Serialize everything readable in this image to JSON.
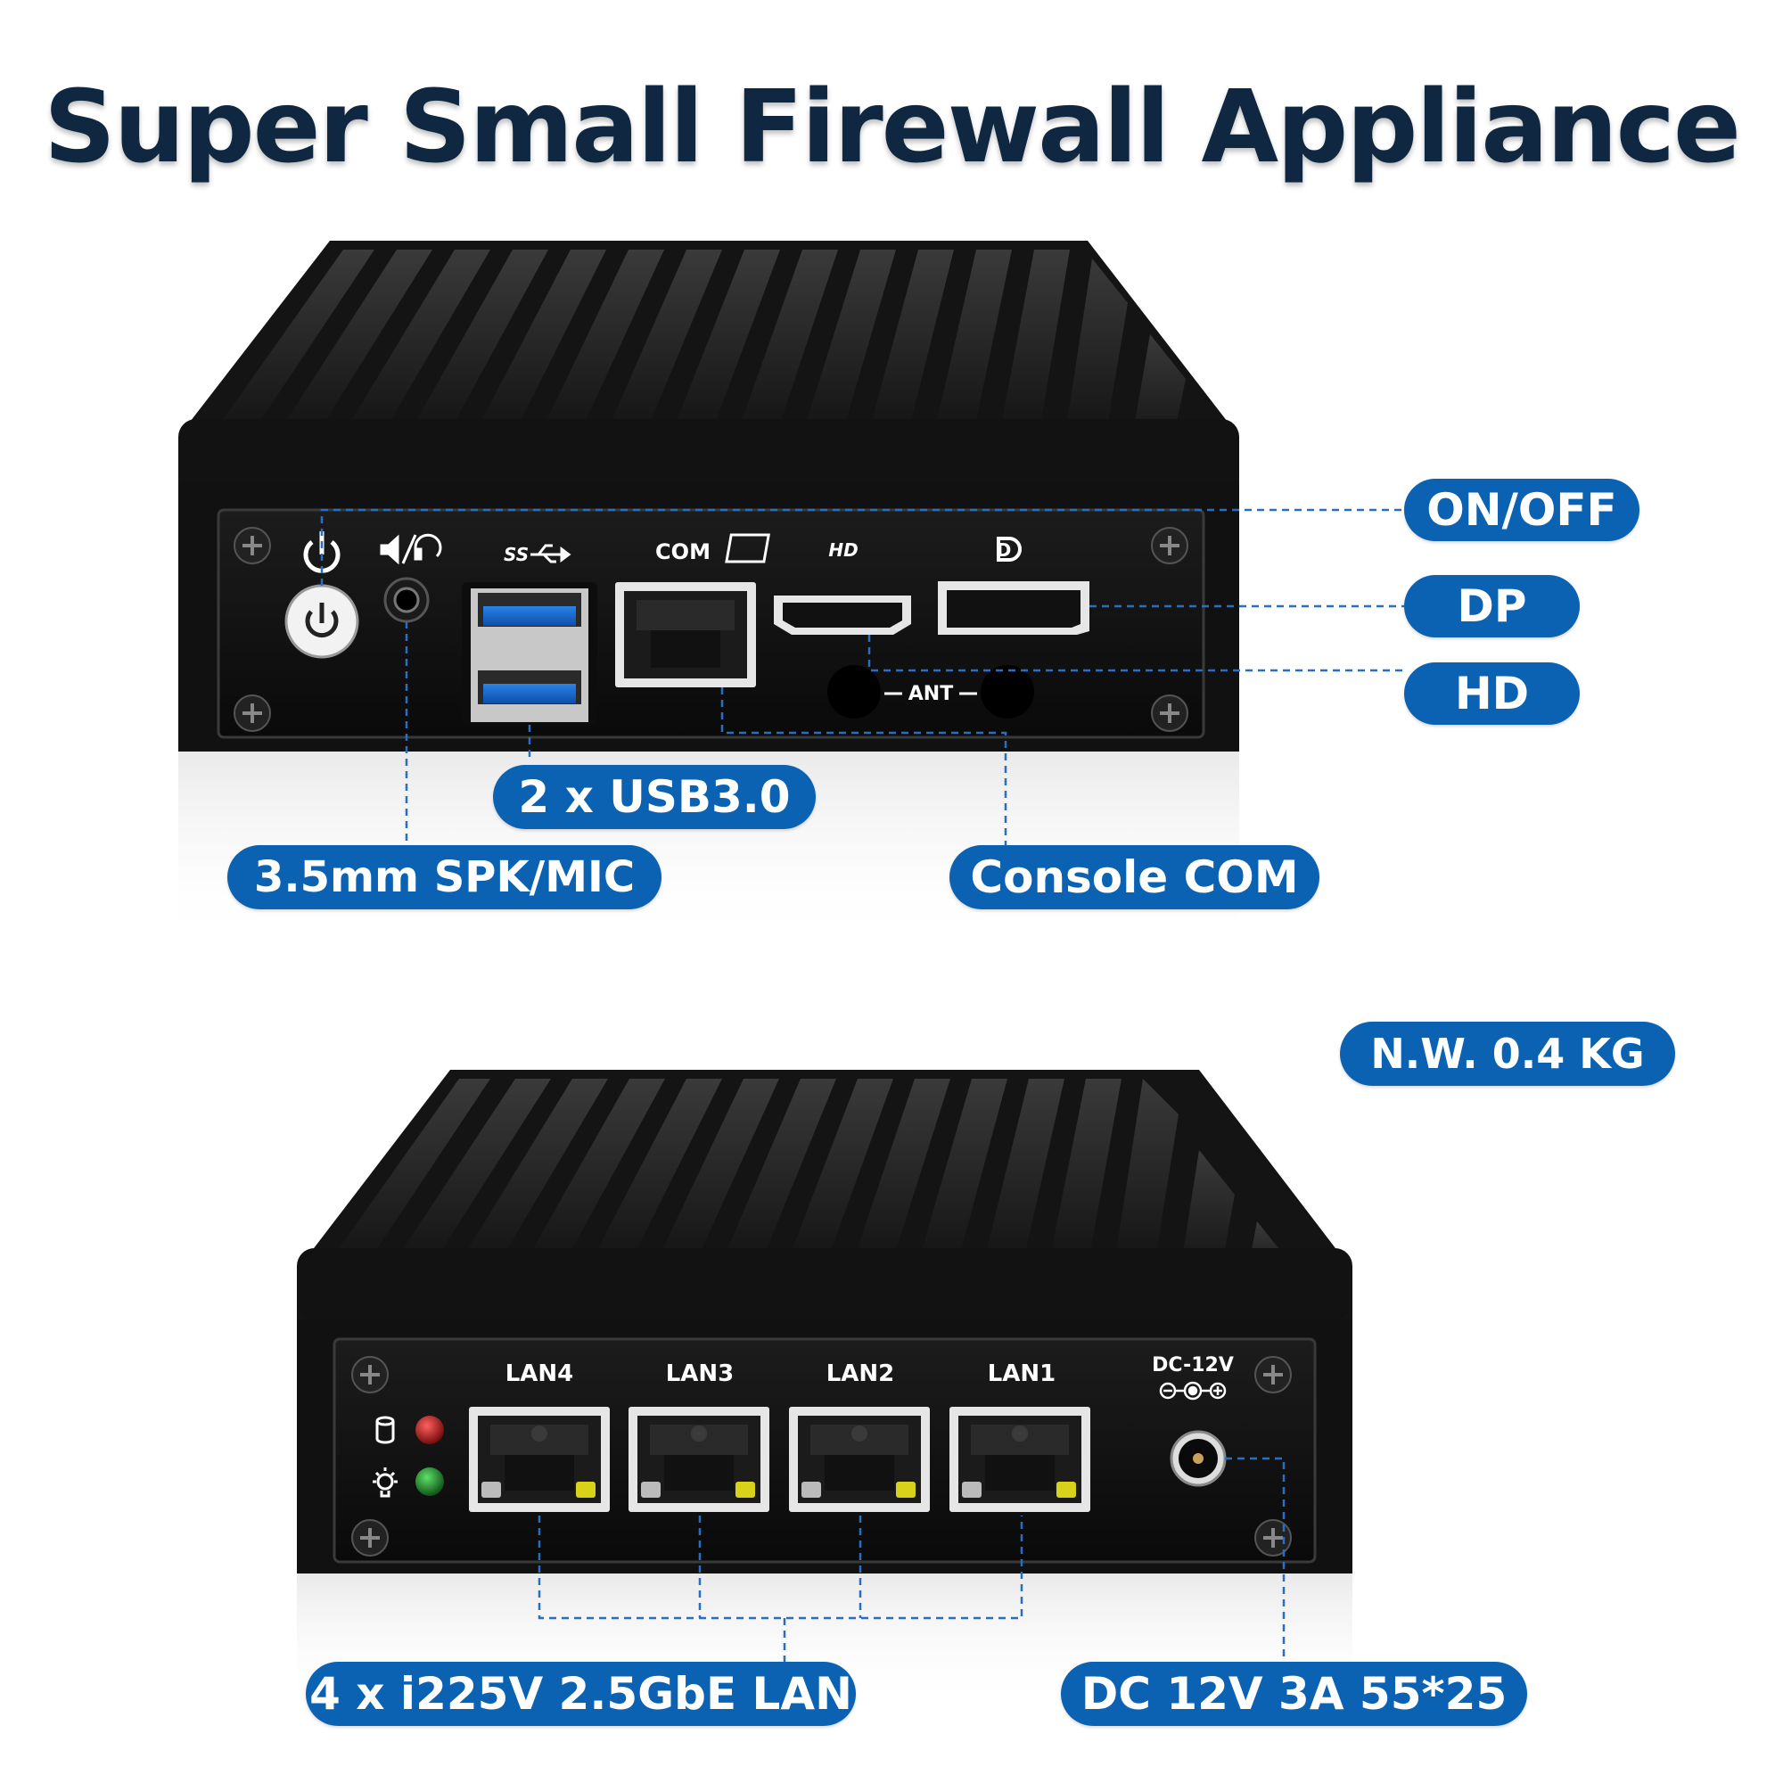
{
  "title": "Super Small Firewall Appliance",
  "top_device": {
    "port_labels": {
      "com": "COM",
      "hd": "HD",
      "dp": "D",
      "ant": "ANT"
    },
    "callouts": {
      "on_off": "ON/OFF",
      "dp": "DP",
      "hd": "HD",
      "usb": "2 x USB3.0",
      "audio": "3.5mm SPK/MIC",
      "console": "Console COM"
    }
  },
  "bottom_device": {
    "port_labels": {
      "lan4": "LAN4",
      "lan3": "LAN3",
      "lan2": "LAN2",
      "lan1": "LAN1",
      "dc": "DC-12V"
    },
    "callouts": {
      "weight": "N.W. 0.4 KG",
      "lan": "4 x i225V 2.5GbE LAN",
      "dc": "DC 12V 3A 55*25"
    }
  },
  "colors": {
    "title": "#0f2741",
    "pill": "#0b62b3",
    "device": "#161616",
    "usb_blue": "#1a6fd6",
    "led_red": "#b01010",
    "led_green": "#1a8a2a",
    "leader": "#2a6fbf"
  }
}
